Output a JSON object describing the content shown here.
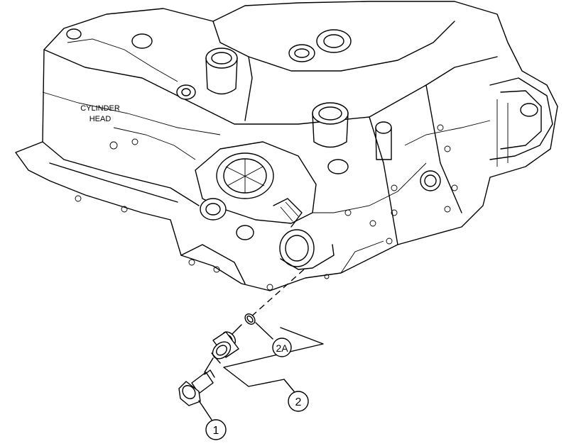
{
  "labels": {
    "cylinder_head_line1": "CYLINDER",
    "cylinder_head_line2": "HEAD"
  },
  "callouts": [
    {
      "id": "callout-1",
      "text": "1"
    },
    {
      "id": "callout-2",
      "text": "2"
    },
    {
      "id": "callout-2a",
      "text": "2A"
    }
  ],
  "colors": {
    "line": "#000000",
    "background": "#ffffff"
  }
}
